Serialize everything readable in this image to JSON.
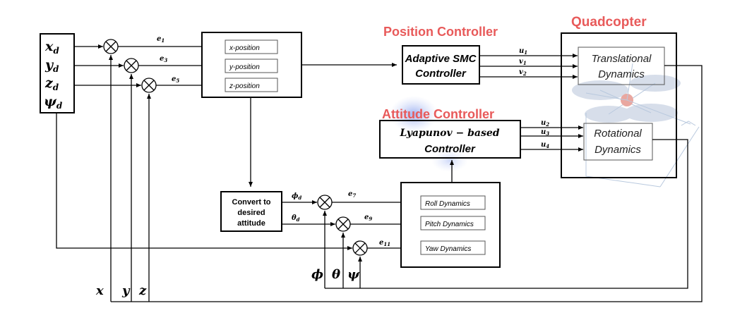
{
  "references": {
    "x_d": "x_d",
    "y_d": "y_d",
    "z_d": "z_d",
    "psi_d": "ψ_d"
  },
  "errors": {
    "e1": "e_1",
    "e3": "e_3",
    "e5": "e_5",
    "e7": "e_7",
    "e9": "e_9",
    "e11": "e_11"
  },
  "position_block": {
    "x": "x-position",
    "y": "y-position",
    "z": "z-position"
  },
  "position_controller": {
    "title": "Position Controller",
    "line1": "Adaptive SMC",
    "line2": "Controller"
  },
  "attitude_controller": {
    "title": "Attitude Controller",
    "line1": "Lyapunov − based",
    "line2": "Controller"
  },
  "quadcopter": {
    "title": "Quadcopter",
    "translational_1": "Translational",
    "translational_2": "Dynamics",
    "rotational_1": "Rotational",
    "rotational_2": "Dynamics"
  },
  "inputs": {
    "u1": "u_1",
    "v1": "v_1",
    "v2": "v_2",
    "u2": "u_2",
    "u3": "u_3",
    "u4": "u_4"
  },
  "convert": {
    "line1": "Convert to",
    "line2": "desired",
    "line3": "attitude"
  },
  "desired_attitude": {
    "phi_d": "ϕ_d",
    "theta_d": "θ_d"
  },
  "attitude_block": {
    "roll": "Roll Dynamics",
    "pitch": "Pitch Dynamics",
    "yaw": "Yaw Dynamics"
  },
  "feedback": {
    "x": "x",
    "y": "y",
    "z": "z",
    "phi": "ϕ",
    "theta": "θ",
    "psi": "ψ"
  }
}
